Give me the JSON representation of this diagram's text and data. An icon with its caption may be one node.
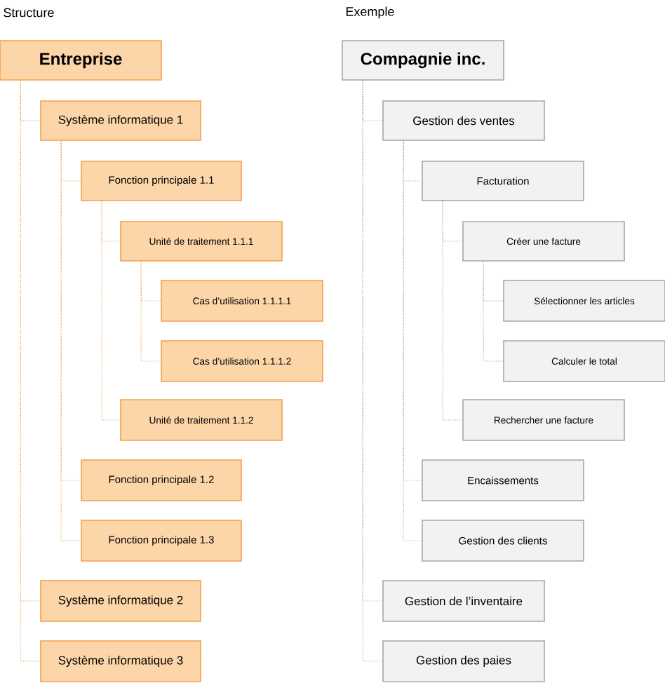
{
  "diagram": {
    "nodes": [
      {
        "text": [
          "Entreprise"
        ]
      },
      {
        "text": [
          "Système informatique 1"
        ]
      },
      {
        "text": [
          "Fonction principale 1.1"
        ]
      },
      {
        "text": [
          "Unité de traitement 1.1.1"
        ]
      },
      {
        "text": [
          "Cas d’utilisation 1.1.1.1"
        ]
      },
      {
        "text": [
          "Cas d’utilisation 1.1.1.2"
        ]
      },
      {
        "text": [
          "Unité de traitement 1.1.2"
        ]
      },
      {
        "text": [
          "Fonction principale 1.2"
        ]
      },
      {
        "text": [
          "Fonction principale 1.3"
        ]
      },
      {
        "text": [
          "Système informatique 2"
        ]
      },
      {
        "text": [
          "Système informatique 3"
        ]
      },
      {
        "text": [
          "Compagnie inc."
        ]
      },
      {
        "text": [
          "Gestion des ventes"
        ]
      },
      {
        "text": [
          "Facturation"
        ]
      },
      {
        "text": [
          "Créer une facture"
        ]
      },
      {
        "text": [
          "Sélectionner les articles"
        ]
      },
      {
        "text": [
          "Calculer le total"
        ]
      },
      {
        "text": [
          "Rechercher une facture"
        ]
      },
      {
        "text": [
          "Encaissements"
        ]
      },
      {
        "text": [
          "Gestion des clients"
        ]
      },
      {
        "text": [
          "Gestion de l’inventaire"
        ]
      },
      {
        "text": [
          "Gestion des paies"
        ]
      }
    ],
    "edges": [
      {
        "from": 0,
        "to": 1,
        "arrow": "none",
        "style": "dashed",
        "color": "#f5a04a"
      },
      {
        "from": 1,
        "to": 2,
        "arrow": "none",
        "style": "dashed",
        "color": "#f5a04a"
      },
      {
        "from": 2,
        "to": 3,
        "arrow": "none",
        "style": "dashed",
        "color": "#f5a04a"
      },
      {
        "from": 3,
        "to": 4,
        "arrow": "none",
        "style": "dashed",
        "color": "#f5a04a"
      },
      {
        "from": 3,
        "to": 5,
        "arrow": "none",
        "style": "dashed",
        "color": "#f5a04a"
      },
      {
        "from": 2,
        "to": 6,
        "arrow": "none",
        "style": "dashed",
        "color": "#f5a04a"
      },
      {
        "from": 1,
        "to": 7,
        "arrow": "none",
        "style": "dashed",
        "color": "#f5a04a"
      },
      {
        "from": 1,
        "to": 8,
        "arrow": "none",
        "style": "dashed",
        "color": "#f5a04a"
      },
      {
        "from": 0,
        "to": 9,
        "arrow": "none",
        "style": "dashed",
        "color": "#f5a04a"
      },
      {
        "from": 0,
        "to": 10,
        "arrow": "none",
        "style": "dashed",
        "color": "#f5a04a"
      },
      {
        "from": 11,
        "to": 12,
        "arrow": "none",
        "style": "dashed",
        "color": "#a6a6a6"
      },
      {
        "from": 12,
        "to": 13,
        "arrow": "none",
        "style": "dashed",
        "color": "#a6a6a6"
      },
      {
        "from": 13,
        "to": 14,
        "arrow": "none",
        "style": "dashed",
        "color": "#a6a6a6"
      },
      {
        "from": 14,
        "to": 15,
        "arrow": "none",
        "style": "dashed",
        "color": "#a6a6a6"
      },
      {
        "from": 14,
        "to": 16,
        "arrow": "none",
        "style": "dashed",
        "color": "#a6a6a6"
      },
      {
        "from": 13,
        "to": 17,
        "arrow": "none",
        "style": "dashed",
        "color": "#a6a6a6"
      },
      {
        "from": 12,
        "to": 18,
        "arrow": "none",
        "style": "dashed",
        "color": "#a6a6a6"
      },
      {
        "from": 12,
        "to": 19,
        "arrow": "none",
        "style": "dashed",
        "color": "#a6a6a6"
      },
      {
        "from": 11,
        "to": 20,
        "arrow": "none",
        "style": "dashed",
        "color": "#a6a6a6"
      },
      {
        "from": 11,
        "to": 21,
        "arrow": "none",
        "style": "dashed",
        "color": "#a6a6a6"
      }
    ],
    "labels": [
      "Structure",
      "Exemple"
    ]
  }
}
